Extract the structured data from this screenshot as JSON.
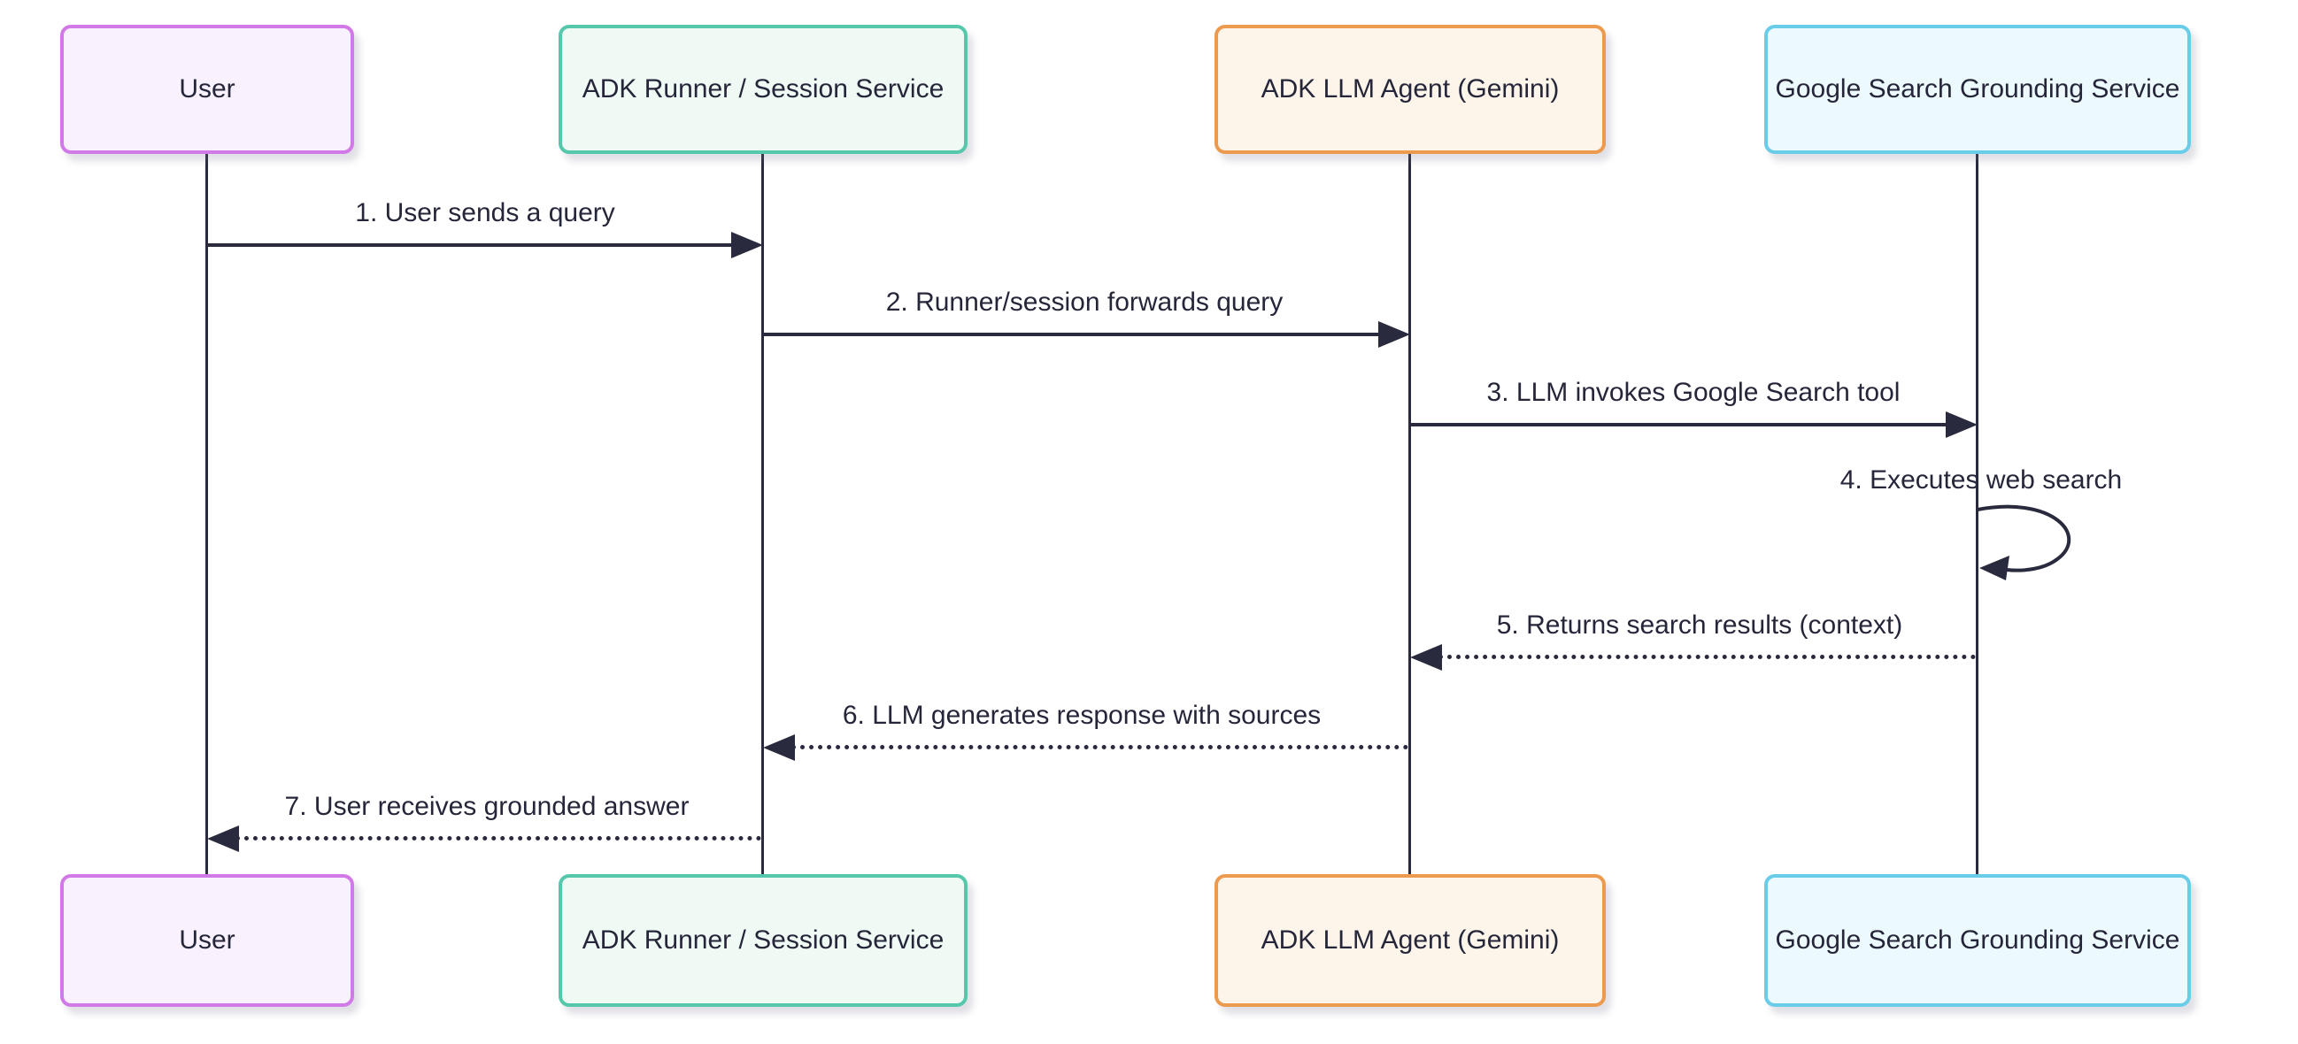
{
  "diagram": {
    "type": "sequence-diagram",
    "background": "#ffffff"
  },
  "colors": {
    "line": "#2a2a3e",
    "text": "#26263a",
    "actors": {
      "user": {
        "fill": "#f9f1fd",
        "border": "#d279e8"
      },
      "adk_runner": {
        "fill": "#effaf5",
        "border": "#55c8ab"
      },
      "adk_llm_agent": {
        "fill": "#fdf4ea",
        "border": "#ec9a4d"
      },
      "google_search": {
        "fill": "#ecf9fd",
        "border": "#69cde9"
      }
    }
  },
  "actors": [
    {
      "id": "user",
      "name": "User"
    },
    {
      "id": "adk_runner",
      "name": "ADK Runner / Session Service"
    },
    {
      "id": "adk_llm_agent",
      "name": "ADK LLM Agent (Gemini)"
    },
    {
      "id": "google_search",
      "name": "Google Search Grounding Service"
    }
  ],
  "messages": [
    {
      "seq": 1,
      "label": "1. User sends a query",
      "from": "user",
      "to": "adk_runner",
      "style": "solid"
    },
    {
      "seq": 2,
      "label": "2. Runner/session forwards query",
      "from": "adk_runner",
      "to": "adk_llm_agent",
      "style": "solid"
    },
    {
      "seq": 3,
      "label": "3. LLM invokes Google Search tool",
      "from": "adk_llm_agent",
      "to": "google_search",
      "style": "solid"
    },
    {
      "seq": 4,
      "label": "4. Executes web search",
      "from": "google_search",
      "to": "google_search",
      "style": "self-loop"
    },
    {
      "seq": 5,
      "label": "5. Returns search results (context)",
      "from": "google_search",
      "to": "adk_llm_agent",
      "style": "dotted"
    },
    {
      "seq": 6,
      "label": "6. LLM generates response with sources",
      "from": "adk_llm_agent",
      "to": "adk_runner",
      "style": "dotted"
    },
    {
      "seq": 7,
      "label": "7. User receives grounded answer",
      "from": "adk_runner",
      "to": "user",
      "style": "dotted"
    }
  ]
}
